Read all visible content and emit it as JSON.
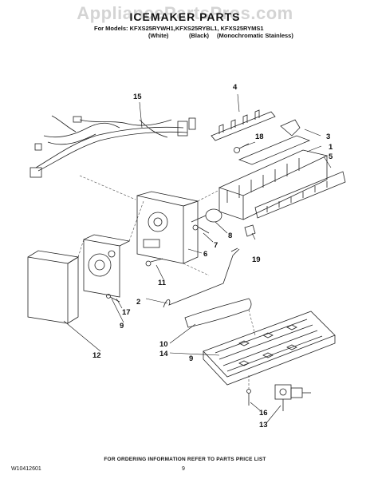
{
  "watermark": "AppliancePartsPros.com",
  "header": {
    "title": "ICEMAKER PARTS",
    "models_line": "For Models: KFXS25RYWH1,KFXS25RYBL1, KFXS25RYMS1",
    "variants": [
      "(White)",
      "(Black)",
      "(Monochromatic Stainless)"
    ]
  },
  "callouts": [
    "1",
    "2",
    "3",
    "4",
    "5",
    "6",
    "7",
    "8",
    "9",
    "9",
    "10",
    "11",
    "12",
    "13",
    "14",
    "15",
    "16",
    "17",
    "18",
    "19"
  ],
  "footer": {
    "note": "FOR ORDERING INFORMATION REFER TO PARTS PRICE LIST",
    "doc_number": "W10412601",
    "page_number": "9"
  }
}
